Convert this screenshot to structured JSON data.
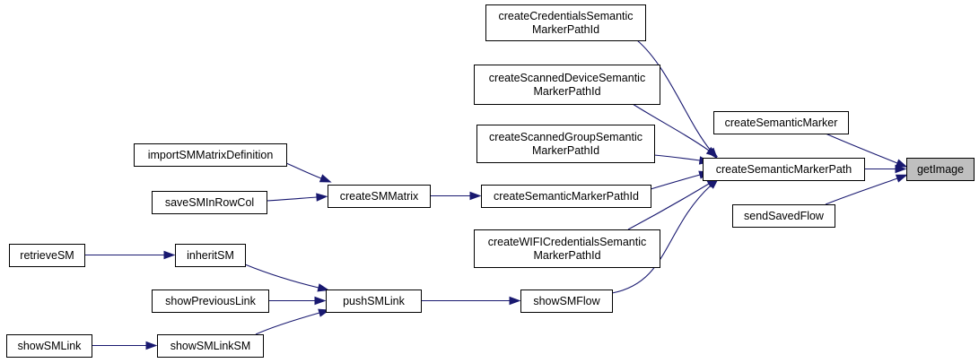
{
  "graph": {
    "nodes": {
      "getImage": {
        "lines": [
          "getImage"
        ],
        "root": true
      },
      "createSemanticMarkerPath": {
        "lines": [
          "createSemanticMarkerPath"
        ]
      },
      "createSemanticMarker": {
        "lines": [
          "createSemanticMarker"
        ]
      },
      "sendSavedFlow": {
        "lines": [
          "sendSavedFlow"
        ]
      },
      "createCredentialsSemanticMarkerPathId": {
        "lines": [
          "createCredentialsSemantic",
          "MarkerPathId"
        ]
      },
      "createScannedDeviceSemanticMarkerPathId": {
        "lines": [
          "createScannedDeviceSemantic",
          "MarkerPathId"
        ]
      },
      "createScannedGroupSemanticMarkerPathId": {
        "lines": [
          "createScannedGroupSemantic",
          "MarkerPathId"
        ]
      },
      "createSemanticMarkerPathId": {
        "lines": [
          "createSemanticMarkerPathId"
        ]
      },
      "createWIFICredentialsSemanticMarkerPathId": {
        "lines": [
          "createWIFICredentialsSemantic",
          "MarkerPathId"
        ]
      },
      "showSMFlow": {
        "lines": [
          "showSMFlow"
        ]
      },
      "createSMMatrix": {
        "lines": [
          "createSMMatrix"
        ]
      },
      "importSMMatrixDefinition": {
        "lines": [
          "importSMMatrixDefinition"
        ]
      },
      "saveSMInRowCol": {
        "lines": [
          "saveSMInRowCol"
        ]
      },
      "pushSMLink": {
        "lines": [
          "pushSMLink"
        ]
      },
      "inheritSM": {
        "lines": [
          "inheritSM"
        ]
      },
      "showPreviousLink": {
        "lines": [
          "showPreviousLink"
        ]
      },
      "showSMLinkSM": {
        "lines": [
          "showSMLinkSM"
        ]
      },
      "retrieveSM": {
        "lines": [
          "retrieveSM"
        ]
      },
      "showSMLink": {
        "lines": [
          "showSMLink"
        ]
      }
    },
    "edges": [
      {
        "from": "createSemanticMarkerPath",
        "to": "getImage"
      },
      {
        "from": "createSemanticMarker",
        "to": "getImage"
      },
      {
        "from": "sendSavedFlow",
        "to": "getImage"
      },
      {
        "from": "createCredentialsSemanticMarkerPathId",
        "to": "createSemanticMarkerPath"
      },
      {
        "from": "createScannedDeviceSemanticMarkerPathId",
        "to": "createSemanticMarkerPath"
      },
      {
        "from": "createScannedGroupSemanticMarkerPathId",
        "to": "createSemanticMarkerPath"
      },
      {
        "from": "createSemanticMarkerPathId",
        "to": "createSemanticMarkerPath"
      },
      {
        "from": "createWIFICredentialsSemanticMarkerPathId",
        "to": "createSemanticMarkerPath"
      },
      {
        "from": "showSMFlow",
        "to": "createSemanticMarkerPath"
      },
      {
        "from": "createSMMatrix",
        "to": "createSemanticMarkerPathId"
      },
      {
        "from": "importSMMatrixDefinition",
        "to": "createSMMatrix"
      },
      {
        "from": "saveSMInRowCol",
        "to": "createSMMatrix"
      },
      {
        "from": "pushSMLink",
        "to": "showSMFlow"
      },
      {
        "from": "inheritSM",
        "to": "pushSMLink"
      },
      {
        "from": "showPreviousLink",
        "to": "pushSMLink"
      },
      {
        "from": "showSMLinkSM",
        "to": "pushSMLink"
      },
      {
        "from": "retrieveSM",
        "to": "inheritSM"
      },
      {
        "from": "showSMLink",
        "to": "showSMLinkSM"
      }
    ]
  }
}
